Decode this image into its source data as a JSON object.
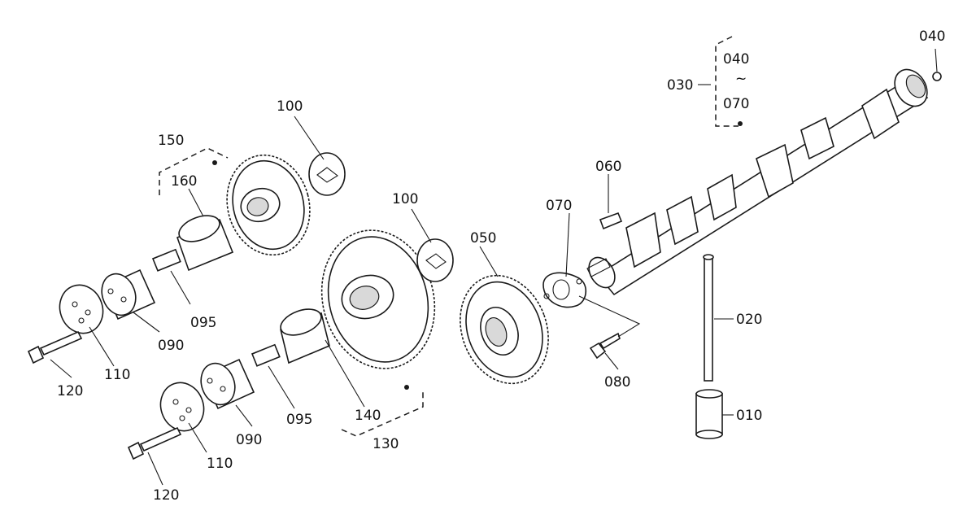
{
  "labels": {
    "p010": "010",
    "p020": "020",
    "p030": "030",
    "p040_top": "040",
    "p040_range": "040",
    "p040_tilde": "~",
    "p070_range": "070",
    "p050": "050",
    "p060": "060",
    "p070": "070",
    "p080": "080",
    "p090_a": "090",
    "p090_b": "090",
    "p095_a": "095",
    "p095_b": "095",
    "p100_a": "100",
    "p100_b": "100",
    "p110_a": "110",
    "p110_b": "110",
    "p120_a": "120",
    "p120_b": "120",
    "p130": "130",
    "p140": "140",
    "p150": "150",
    "p160": "160"
  }
}
